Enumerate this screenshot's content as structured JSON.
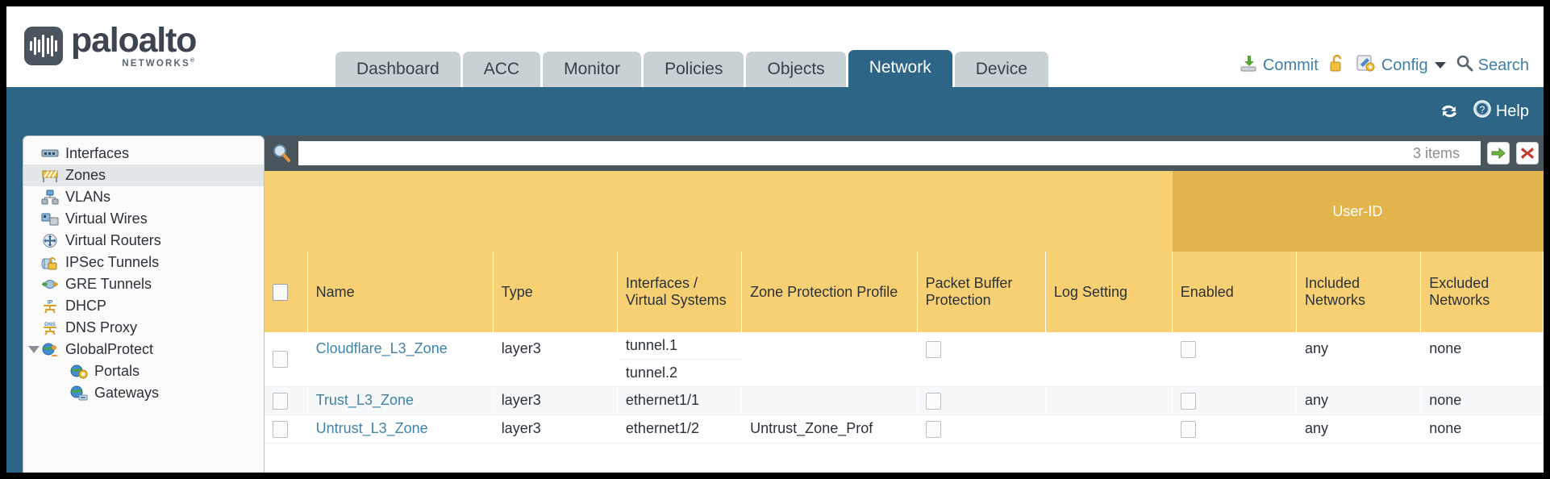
{
  "brand": {
    "name": "paloalto",
    "sub": "NETWORKS",
    "sub_mark": "®"
  },
  "tabs": [
    {
      "label": "Dashboard",
      "active": false
    },
    {
      "label": "ACC",
      "active": false
    },
    {
      "label": "Monitor",
      "active": false
    },
    {
      "label": "Policies",
      "active": false
    },
    {
      "label": "Objects",
      "active": false
    },
    {
      "label": "Network",
      "active": true
    },
    {
      "label": "Device",
      "active": false
    }
  ],
  "header_actions": {
    "commit": "Commit",
    "lock_icon": "unlocked-padlock-icon",
    "config": "Config",
    "search": "Search"
  },
  "band": {
    "refresh_icon": "refresh-icon",
    "help": "Help"
  },
  "sidebar": {
    "items": [
      {
        "label": "Interfaces",
        "icon": "interfaces-icon",
        "selected": false,
        "child": false,
        "expander": false,
        "dot": true
      },
      {
        "label": "Zones",
        "icon": "zones-icon",
        "selected": true,
        "child": false,
        "expander": false,
        "dot": true
      },
      {
        "label": "VLANs",
        "icon": "vlans-icon",
        "selected": false,
        "child": false,
        "expander": false,
        "dot": false
      },
      {
        "label": "Virtual Wires",
        "icon": "virtual-wires-icon",
        "selected": false,
        "child": false,
        "expander": false,
        "dot": false
      },
      {
        "label": "Virtual Routers",
        "icon": "virtual-routers-icon",
        "selected": false,
        "child": false,
        "expander": false,
        "dot": true
      },
      {
        "label": "IPSec Tunnels",
        "icon": "ipsec-tunnels-icon",
        "selected": false,
        "child": false,
        "expander": false,
        "dot": true
      },
      {
        "label": "GRE Tunnels",
        "icon": "gre-tunnels-icon",
        "selected": false,
        "child": false,
        "expander": false,
        "dot": false
      },
      {
        "label": "DHCP",
        "icon": "dhcp-icon",
        "selected": false,
        "child": false,
        "expander": false,
        "dot": true
      },
      {
        "label": "DNS Proxy",
        "icon": "dns-proxy-icon",
        "selected": false,
        "child": false,
        "expander": false,
        "dot": true
      },
      {
        "label": "GlobalProtect",
        "icon": "globalprotect-icon",
        "selected": false,
        "child": false,
        "expander": true,
        "dot": false
      },
      {
        "label": "Portals",
        "icon": "portals-icon",
        "selected": false,
        "child": true,
        "expander": false,
        "dot": false
      },
      {
        "label": "Gateways",
        "icon": "gateways-icon",
        "selected": false,
        "child": true,
        "expander": false,
        "dot": false
      }
    ]
  },
  "filterbar": {
    "search_icon": "search-magnifier-icon",
    "value": "",
    "placeholder": "",
    "items_count": "3 items",
    "apply_icon": "green-arrow-apply-icon",
    "clear_icon": "red-x-clear-icon"
  },
  "table": {
    "group_header": {
      "label": "User-ID",
      "span": 3
    },
    "columns": [
      "Name",
      "Type",
      "Interfaces / Virtual Systems",
      "Zone Protection Profile",
      "Packet Buffer Protection",
      "Log Setting",
      "Enabled",
      "Included Networks",
      "Excluded Networks"
    ],
    "rows": [
      {
        "selected": false,
        "name": "Cloudflare_L3_Zone",
        "type": "layer3",
        "interfaces": [
          "tunnel.1",
          "tunnel.2"
        ],
        "zone_protection_profile": "",
        "packet_buffer_protection": false,
        "log_setting": "",
        "userid_enabled": false,
        "included_networks": "any",
        "excluded_networks": "none"
      },
      {
        "selected": false,
        "name": "Trust_L3_Zone",
        "type": "layer3",
        "interfaces": [
          "ethernet1/1"
        ],
        "zone_protection_profile": "",
        "packet_buffer_protection": false,
        "log_setting": "",
        "userid_enabled": false,
        "included_networks": "any",
        "excluded_networks": "none"
      },
      {
        "selected": false,
        "name": "Untrust_L3_Zone",
        "type": "layer3",
        "interfaces": [
          "ethernet1/2"
        ],
        "zone_protection_profile": "Untrust_Zone_Prof",
        "packet_buffer_protection": false,
        "log_setting": "",
        "userid_enabled": false,
        "included_networks": "any",
        "excluded_networks": "none"
      }
    ]
  },
  "colors": {
    "brand_blue": "#2d6586",
    "tab_inactive": "#c8d2d4",
    "table_header": "#f7d074",
    "group_header": "#e2b44c",
    "link": "#3f83a8",
    "filter_bar": "#49565e"
  }
}
